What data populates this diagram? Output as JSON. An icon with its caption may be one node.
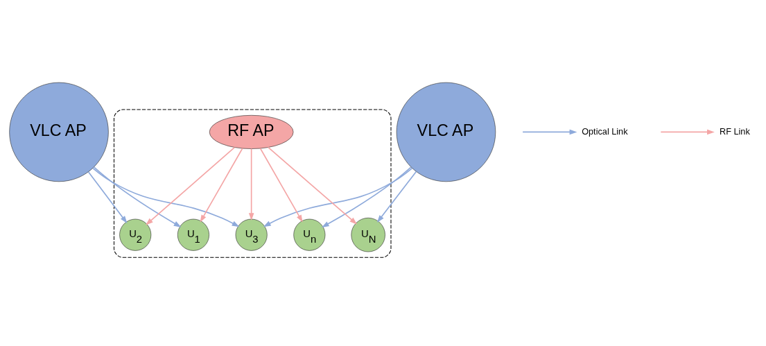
{
  "diagram": {
    "nodes": [
      {
        "text": [
          "VLC AP"
        ]
      },
      {
        "text": [
          "VLC AP"
        ]
      },
      {
        "text": [],
        "shape": "ellipse"
      },
      {
        "text": [
          "U$_{2}$"
        ],
        "in": 2
      },
      {
        "text": [
          "U$_{3}$"
        ],
        "in": 2
      },
      {
        "text": [
          "U$_{1}$"
        ],
        "in": 2
      },
      {
        "text": [
          "RF AP"
        ],
        "in": 2
      },
      {
        "text": [
          "U$_{N}$"
        ],
        "in": 2
      },
      {
        "text": [
          "U$_{n}$"
        ],
        "in": 2
      }
    ],
    "edges": [
      {
        "from": 0,
        "to": 5,
        "arrow": "to"
      },
      {
        "from": 0,
        "to": 3,
        "arrow": "to"
      },
      {
        "from": 0,
        "to": 4,
        "arrow": "to"
      },
      {
        "from": 1,
        "to": 4,
        "arrow": "to"
      },
      {
        "from": 1,
        "to": 8,
        "arrow": "to"
      },
      {
        "from": 1,
        "to": 7,
        "arrow": "to"
      },
      {
        "from": 6,
        "to": 5,
        "arrow": "to",
        "color": "#f4a6a6"
      },
      {
        "from": 6,
        "to": 3,
        "arrow": "to",
        "color": "#f4a6a6"
      },
      {
        "from": 6,
        "to": 4,
        "arrow": "to",
        "color": "#f4a6a6"
      },
      {
        "from": 6,
        "to": 7,
        "arrow": "to",
        "color": "#f4a6a6"
      },
      {
        "from": 6,
        "to": 8,
        "arrow": "to",
        "color": "#f4a6a6"
      }
    ],
    "legend": [
      {
        "text": "Optical Link"
      },
      {
        "text": "RF Link"
      }
    ]
  }
}
